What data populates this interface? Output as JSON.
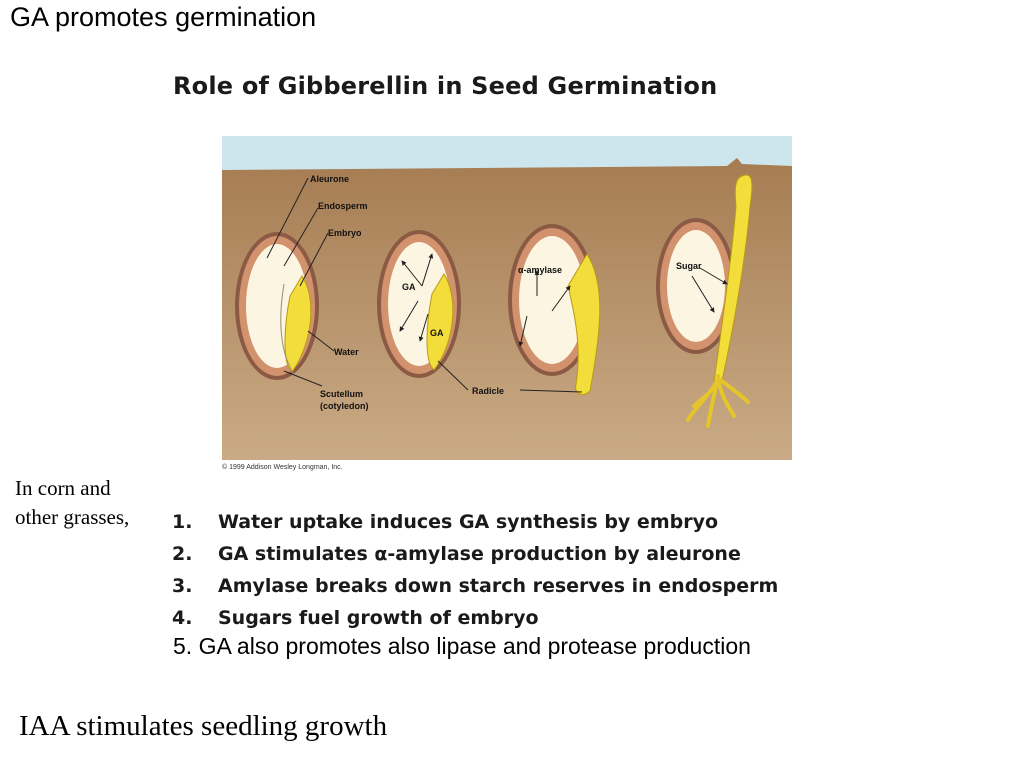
{
  "slide": {
    "title": "GA promotes germination",
    "footer": "IAA stimulates seedling growth"
  },
  "diagram": {
    "title": "Role of Gibberellin in Seed Germination",
    "copyright": "© 1999 Addison Wesley Longman, Inc.",
    "labels": {
      "aleurone": "Aleurone",
      "endosperm": "Endosperm",
      "embryo": "Embryo",
      "water": "Water",
      "scutellum_1": "Scutellum",
      "scutellum_2": "(cotyledon)",
      "ga": "GA",
      "radicle": "Radicle",
      "amylase": "α-amylase",
      "sugar": "Sugar"
    },
    "colors": {
      "sky": "#cde6ee",
      "soil": "#b08a61",
      "seed_coat": "#8a5a44",
      "aleurone": "#d2926e",
      "endosperm": "#fbf5e2",
      "embryo": "#f2dd3a"
    }
  },
  "notes": {
    "side_line1": "In corn and",
    "side_line2": "other grasses,",
    "steps": [
      {
        "num": "1.",
        "text": "Water uptake induces GA synthesis by embryo"
      },
      {
        "num": "2.",
        "text": "GA stimulates α-amylase production by aleurone"
      },
      {
        "num": "3.",
        "text": "Amylase breaks down starch reserves in endosperm"
      },
      {
        "num": "4.",
        "text": "Sugars fuel growth of embryo"
      }
    ],
    "extra_step": "5.  GA also promotes also lipase and protease production"
  }
}
